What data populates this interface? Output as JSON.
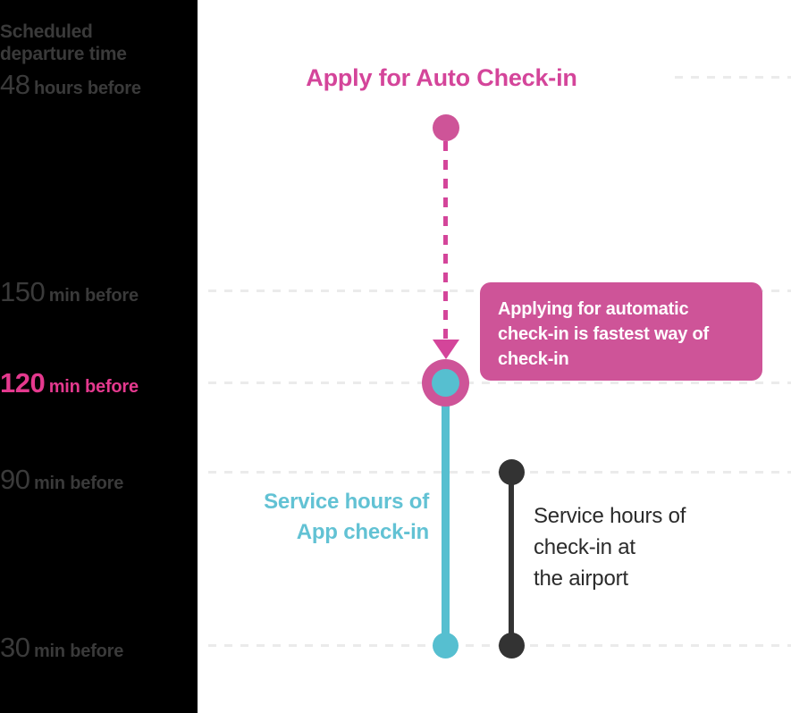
{
  "colors": {
    "pink": "#ce5498",
    "pink_text": "#d4459a",
    "pink_highlight": "#e4398e",
    "cyan": "#56bfd0",
    "cyan_text": "#62c2d4",
    "dark": "#333333",
    "panel_bg": "#000000",
    "gridline": "#ebebeb",
    "axis_text": "#3a3a3a"
  },
  "axis": {
    "caption": "Scheduled\ndeparture time",
    "caption_line1": "Scheduled",
    "caption_line2": "departure time",
    "ticks": [
      {
        "num": "48",
        "unit": "hours before",
        "highlight": false
      },
      {
        "num": "150",
        "unit": "min before",
        "highlight": false
      },
      {
        "num": "120",
        "unit": "min before",
        "highlight": true
      },
      {
        "num": "90",
        "unit": "min before",
        "highlight": false
      },
      {
        "num": "30",
        "unit": "min before",
        "highlight": false
      }
    ]
  },
  "chart_data": {
    "type": "timeline",
    "title": "Apply for Auto Check-in",
    "axis_label": "Scheduled departure time",
    "categories": [
      "48 hours before",
      "150 min before",
      "120 min before",
      "90 min before",
      "30 min before"
    ],
    "grid": true,
    "series": [
      {
        "name": "Apply for Auto Check-in",
        "color": "#ce5498",
        "style": "dashed-arrow",
        "start": "48 hours before",
        "end": "120 min before"
      },
      {
        "name": "Service hours of App check-in",
        "color": "#56bfd0",
        "style": "solid-bar",
        "start": "120 min before",
        "end": "30 min before"
      },
      {
        "name": "Service hours of check-in at the airport",
        "color": "#333333",
        "style": "solid-bar",
        "start": "90 min before",
        "end": "30 min before"
      }
    ],
    "annotations": [
      {
        "text": "Applying for automatic check-in is fastest way of check-in",
        "anchor": "120 min before",
        "color": "#ce5498"
      }
    ]
  },
  "headings": {
    "apply_auto_checkin": "Apply for Auto Check-in"
  },
  "tooltip": {
    "text": "Applying for automatic check-in is fastest way of check-in"
  },
  "captions": {
    "app_checkin_line1": "Service hours of",
    "app_checkin_line2": "App check-in",
    "airport_line1": "Service hours of",
    "airport_line2": "check-in at",
    "airport_line3": "the airport"
  }
}
